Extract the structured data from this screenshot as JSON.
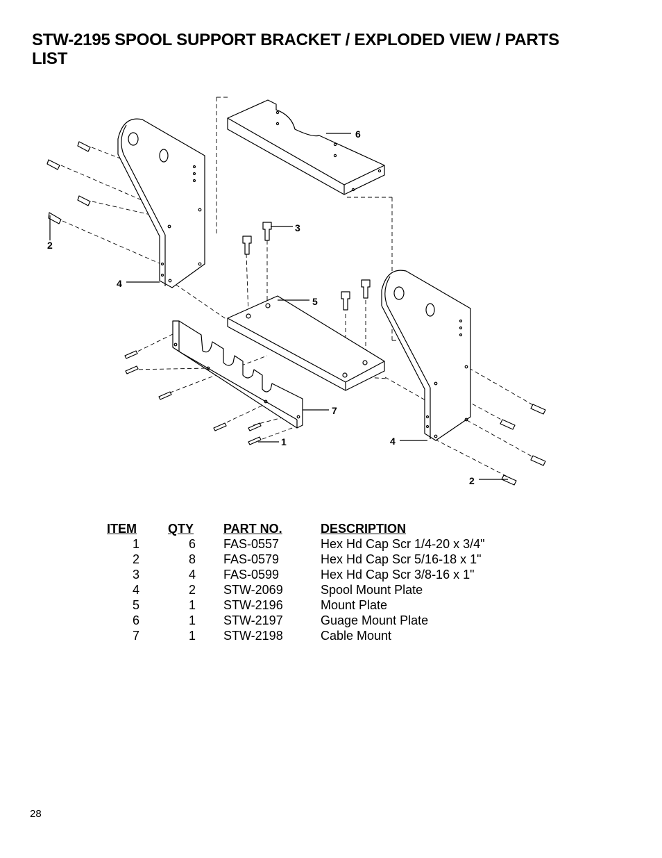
{
  "title": "STW-2195 SPOOL SUPPORT BRACKET / EXPLODED VIEW / PARTS LIST",
  "diagram": {
    "callouts": {
      "part1": "1",
      "part2_left": "2",
      "part2_right": "2",
      "part3": "3",
      "part4_left": "4",
      "part4_right": "4",
      "part5": "5",
      "part6": "6",
      "part7": "7"
    }
  },
  "parts_list": {
    "headers": {
      "item": "ITEM",
      "qty": "QTY",
      "part_no": "PART NO.",
      "description": "DESCRIPTION"
    },
    "rows": [
      {
        "item": "1",
        "qty": "6",
        "part_no": "FAS-0557",
        "description": "Hex Hd Cap Scr 1/4-20 x 3/4\""
      },
      {
        "item": "2",
        "qty": "8",
        "part_no": "FAS-0579",
        "description": "Hex Hd Cap Scr 5/16-18 x 1\""
      },
      {
        "item": "3",
        "qty": "4",
        "part_no": "FAS-0599",
        "description": "Hex Hd Cap Scr 3/8-16 x 1\""
      },
      {
        "item": "4",
        "qty": "2",
        "part_no": "STW-2069",
        "description": "Spool Mount Plate"
      },
      {
        "item": "5",
        "qty": "1",
        "part_no": "STW-2196",
        "description": "Mount Plate"
      },
      {
        "item": "6",
        "qty": "1",
        "part_no": "STW-2197",
        "description": "Guage Mount Plate"
      },
      {
        "item": "7",
        "qty": "1",
        "part_no": "STW-2198",
        "description": "Cable Mount"
      }
    ]
  },
  "page_number": "28"
}
